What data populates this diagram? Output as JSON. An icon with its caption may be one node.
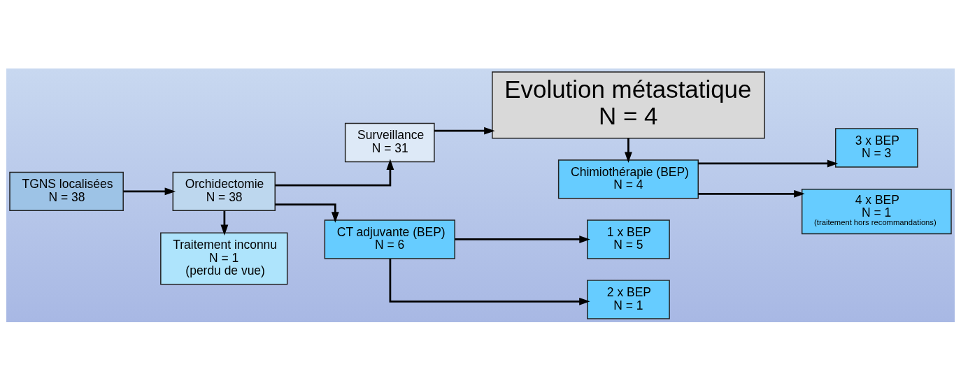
{
  "diagram": {
    "nodes": [
      {
        "text": [
          "TGNS localisées",
          "N = 38"
        ]
      },
      {
        "text": [
          "Orchidectomie",
          "N = 38"
        ]
      },
      {
        "text": [
          "Traitement inconnu",
          "N = 1",
          "(perdu de vue)"
        ]
      },
      {
        "text": [
          "Surveillance",
          "N = 31"
        ]
      },
      {
        "text": [
          "CT adjuvante (BEP)",
          "N = 6"
        ]
      },
      {
        "text": [
          "Evolution métastatique",
          "N = 4"
        ]
      },
      {
        "text": [
          "Chimiothérapie (BEP)",
          "N = 4"
        ]
      },
      {
        "text": [
          "1 x BEP",
          "N = 5"
        ]
      },
      {
        "text": [
          "2 x BEP",
          "N = 1"
        ]
      },
      {
        "text": [
          "3 x BEP",
          "N = 3"
        ]
      },
      {
        "text": [
          "4 x BEP",
          "N = 1",
          "(traitement hors recommandations)"
        ]
      }
    ],
    "edges": [
      {
        "from": 0,
        "to": 1,
        "arrow": "to"
      },
      {
        "from": 1,
        "to": 2,
        "arrow": "to"
      },
      {
        "from": 1,
        "to": 3,
        "arrow": "to"
      },
      {
        "from": 1,
        "to": 4,
        "arrow": "to"
      },
      {
        "from": 3,
        "to": 5,
        "arrow": "to"
      },
      {
        "from": 4,
        "to": 7,
        "arrow": "to"
      },
      {
        "from": 4,
        "to": 8,
        "arrow": "to"
      },
      {
        "from": 5,
        "to": 6,
        "arrow": "to"
      },
      {
        "from": 6,
        "to": 9,
        "arrow": "to"
      },
      {
        "from": 6,
        "to": 10,
        "arrow": "to"
      }
    ]
  }
}
